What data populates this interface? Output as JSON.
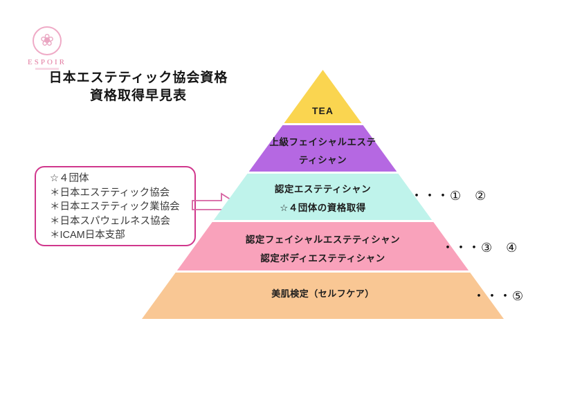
{
  "logo": {
    "brand": "ESPOIR"
  },
  "title": {
    "line1": "日本エステティック協会資格",
    "line2": "資格取得早見表"
  },
  "info_box": {
    "border_color": "#d0368c",
    "lines": [
      "☆４団体",
      "＊日本エステティック協会",
      "＊日本エステティック業協会",
      "＊日本スパウェルネス協会",
      "＊ICAM日本支部"
    ]
  },
  "arrow": {
    "color": "#d661a0"
  },
  "pyramid": {
    "levels": [
      {
        "name": "TEA",
        "color": "#fad550",
        "lines": [
          "TEA",
          ""
        ]
      },
      {
        "name": "senior-facial",
        "color": "#b568e2",
        "lines": [
          "上級フェイシャルエステ",
          "ティシャン"
        ]
      },
      {
        "name": "certified-esthetician",
        "color": "#bff3eb",
        "lines": [
          "認定エステティシャン",
          "☆４団体の資格取得"
        ]
      },
      {
        "name": "certified-facial-body",
        "color": "#f9a2bb",
        "lines": [
          "認定フェイシャルエステティシャン",
          "認定ボディエステティシャン"
        ]
      },
      {
        "name": "bihada-kentei",
        "color": "#f9c794",
        "lines": [
          "美肌検定（セルフケア）",
          ""
        ]
      }
    ]
  },
  "annotations": [
    {
      "text": "・・・①　②"
    },
    {
      "text": "・・・③　④"
    },
    {
      "text": "・・・⑤"
    }
  ]
}
